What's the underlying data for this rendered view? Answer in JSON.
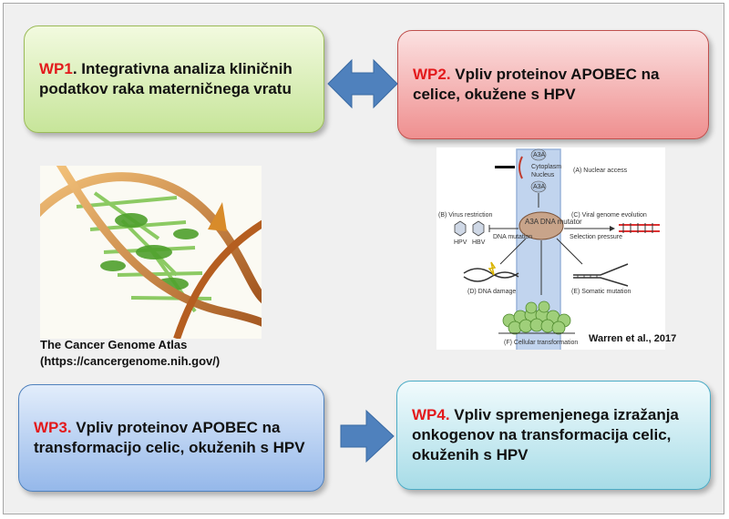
{
  "wp1": {
    "id": "WP1",
    "text": ". Integrativna analiza kliničnih podatkov raka materničnega vratu"
  },
  "wp2": {
    "id": "WP2.",
    "text": " Vpliv proteinov APOBEC na celice, okužene s HPV"
  },
  "wp3": {
    "id": "WP3.",
    "text": " Vpliv proteinov APOBEC na transformacijo celic, okuženih s HPV"
  },
  "wp4": {
    "id": "WP4.",
    "text": " Vpliv spremenjenega izražanja onkogenov na transformacija celic, okuženih s HPV"
  },
  "tcga": {
    "name": "The Cancer Genome Atlas",
    "url": "(https://cancergenome.nih.gov/)"
  },
  "citation": "Warren et al., 2017",
  "mechanism": {
    "cytoplasm": "Cytoplasm",
    "nucleus": "Nucleus",
    "a3a": "A3A",
    "nuclear_access": "(A) Nuclear access",
    "virus_restriction": "(B) Virus restriction",
    "hpv": "HPV",
    "hbv": "HBV",
    "dna_mutation": "DNA mutation",
    "mutator": "A3A DNA mutator",
    "viral_evolution": "(C) Viral genome evolution",
    "selection_pressure": "Selection pressure",
    "dna_damage": "(D) DNA damage",
    "somatic_mutation": "(E) Somatic mutation",
    "cellular_transformation": "(F) Cellular transformation"
  },
  "colors": {
    "wp_id": "#e31a1c",
    "wp1_fill": "#c7e59a",
    "wp2_fill": "#ef8f8f",
    "wp3_fill": "#95b8ea",
    "wp4_fill": "#a7dce7",
    "arrow": "#4f81bd"
  }
}
